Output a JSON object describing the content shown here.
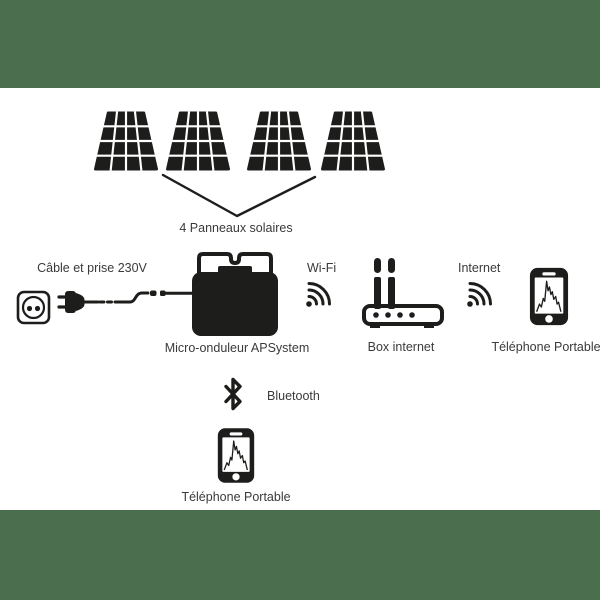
{
  "colors": {
    "banner-green": "#4a6e4e",
    "icon-black": "#1d1d1b",
    "text-gray": "#3a3a3a",
    "background": "#ffffff"
  },
  "diagram": {
    "panels": {
      "label": "4 Panneaux solaires",
      "count": 4,
      "icon": "solar-panel-icon"
    },
    "cable": {
      "label": "Câble et prise 230V",
      "icons": [
        "power-outlet-icon",
        "power-plug-icon",
        "cable-line"
      ]
    },
    "inverter": {
      "label": "Micro-onduleur APSystem",
      "icon": "micro-inverter-icon"
    },
    "wifi": {
      "label": "Wi-Fi",
      "icon": "wifi-signal-icon"
    },
    "router": {
      "label": "Box internet",
      "icon": "router-icon"
    },
    "internet": {
      "label": "Internet",
      "icon": "internet-signal-icon"
    },
    "phone_right": {
      "label": "Téléphone Portable",
      "icon": "smartphone-icon"
    },
    "bluetooth": {
      "label": "Bluetooth",
      "icon": "bluetooth-icon"
    },
    "phone_bottom": {
      "label": "Téléphone Portable",
      "icon": "smartphone-icon"
    }
  }
}
